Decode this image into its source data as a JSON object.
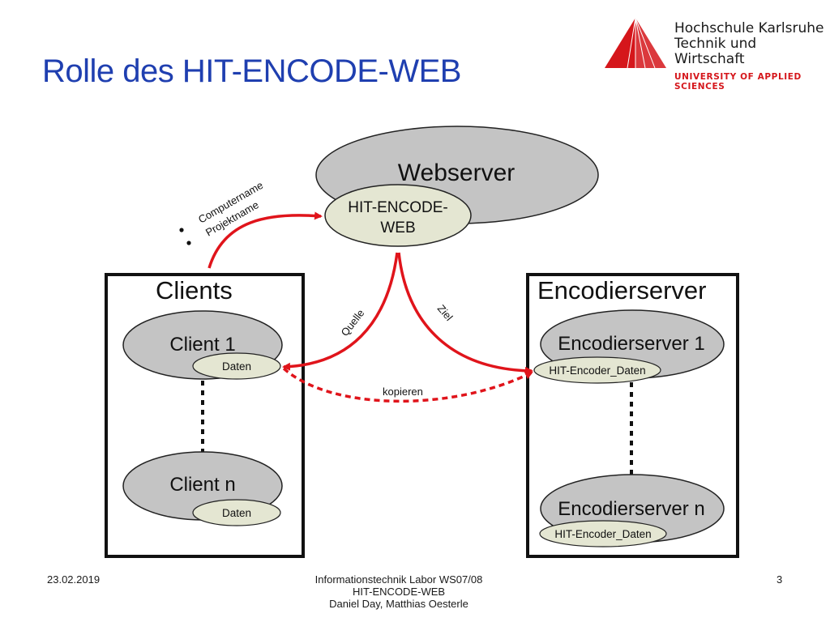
{
  "slide": {
    "title": "Rolle des HIT-ENCODE-WEB"
  },
  "logo": {
    "line1": "Hochschule Karlsruhe",
    "line2": "Technik und Wirtschaft",
    "line3": "UNIVERSITY OF APPLIED SCIENCES",
    "colors": {
      "red": "#d5161b",
      "text": "#1a1a1a"
    }
  },
  "diagram": {
    "webserver": {
      "label": "Webserver",
      "inner_label_line1": "HIT-ENCODE-",
      "inner_label_line2": "WEB"
    },
    "clients_box": {
      "title": "Clients",
      "client1": {
        "label": "Client 1",
        "data_label": "Daten"
      },
      "clientn": {
        "label": "Client n",
        "data_label": "Daten"
      }
    },
    "encoder_box": {
      "title": "Encodierserver",
      "server1": {
        "label": "Encodierserver 1",
        "data_label": "HIT-Encoder_Daten"
      },
      "servern": {
        "label": "Encodierserver n",
        "data_label": "HIT-Encoder_Daten"
      }
    },
    "arrow_labels": {
      "computername": "Computername",
      "projektname": "Projektname",
      "quelle": "Quelle",
      "ziel": "Ziel",
      "kopieren": "kopieren"
    },
    "colors": {
      "arrow": "#e0141b",
      "ellipse_gray": "#c4c4c4",
      "ellipse_light": "#e4e6d2",
      "title_blue": "#1f3fb0"
    }
  },
  "footer": {
    "date": "23.02.2019",
    "line1": "Informationstechnik Labor  WS07/08",
    "line2": "HIT-ENCODE-WEB",
    "line3": "Daniel Day, Matthias Oesterle",
    "page": "3"
  }
}
